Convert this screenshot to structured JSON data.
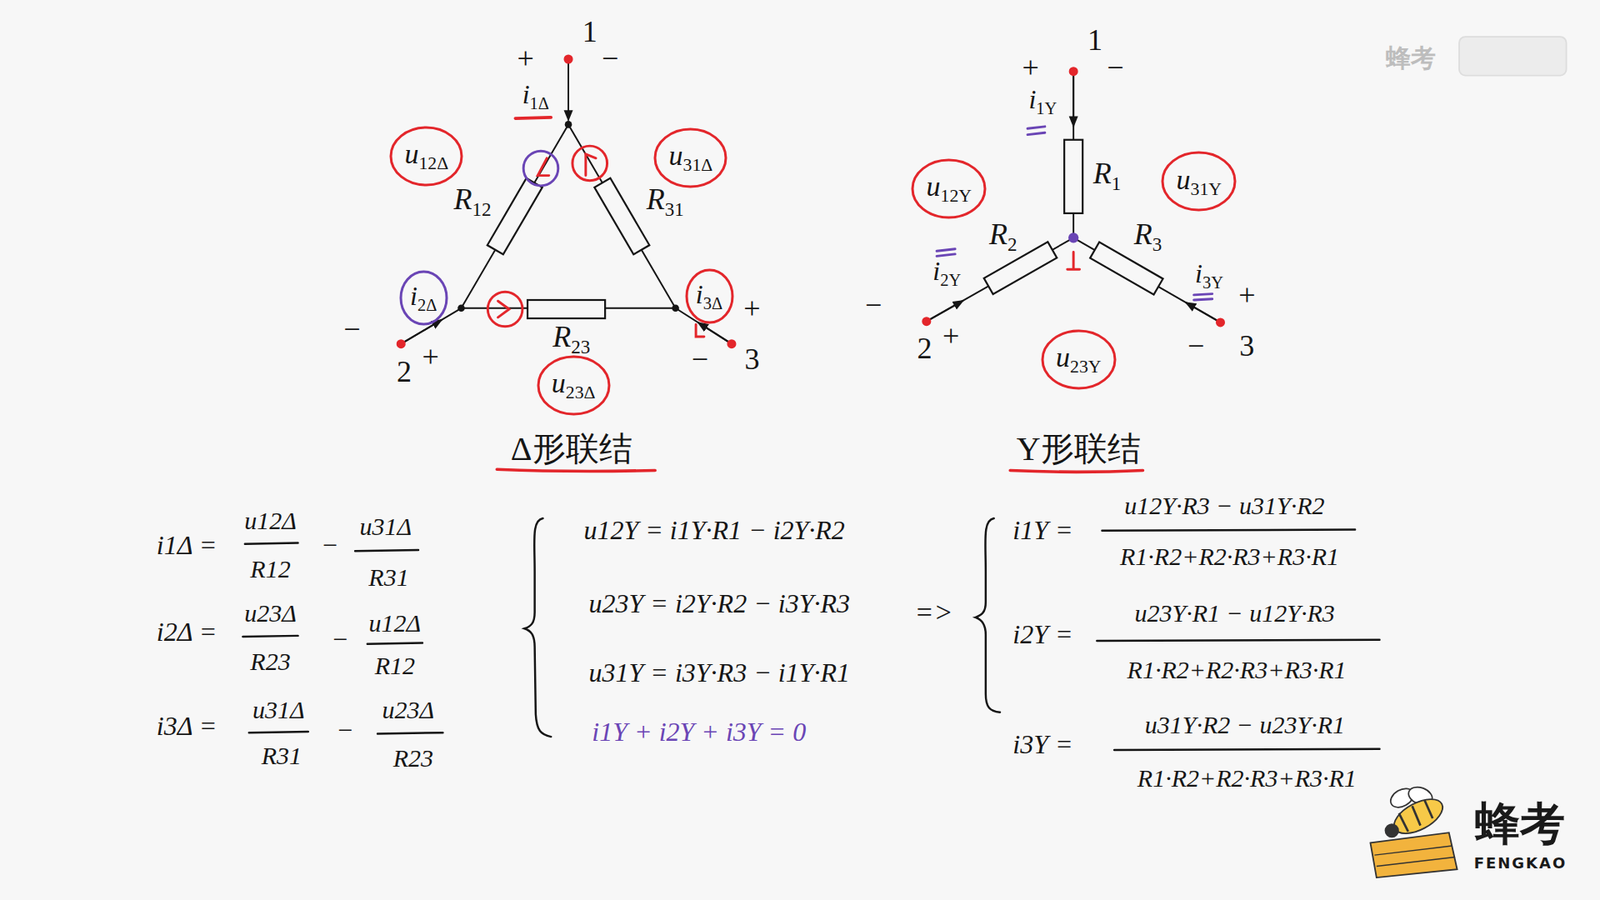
{
  "diagram": {
    "nodes": [
      {
        "text": [
          "u12Δ"
        ]
      },
      {
        "text": [
          "u31Δ"
        ]
      },
      {
        "text": [
          "i2Δ"
        ]
      },
      {
        "text": [
          "i3Δ"
        ]
      },
      {
        "text": [
          "u23Δ"
        ]
      },
      {
        "text": [
          "u12Y"
        ]
      },
      {
        "text": [
          "u31Y"
        ]
      },
      {
        "text": [
          "u23Y"
        ]
      }
    ],
    "labels": [
      "1",
      "+",
      "−",
      "i1Δ",
      "R12",
      "R31",
      "R23",
      "−",
      "2",
      "+",
      "+",
      "−",
      "3",
      "Δ形联结",
      "1",
      "+",
      "−",
      "i1Y",
      "R1",
      "R2",
      "R3",
      "i2Y",
      "i3Y",
      "+",
      "−",
      "2",
      "+",
      "−",
      "3",
      "Y形联结",
      "蜂考",
      "i1Δ =",
      "u12Δ",
      "R12",
      "−",
      "u31Δ",
      "R31",
      "i2Δ =",
      "u23Δ",
      "R23",
      "−",
      "u12Δ",
      "R12",
      "i3Δ =",
      "u31Δ",
      "R31",
      "−",
      "u23Δ",
      "R23",
      "u12Y = i1Y·R1 − i2Y·R2",
      "u23Y = i2Y·R2 − i3Y·R3",
      "u31Y = i3Y·R3 − i1Y·R1",
      "i1Y + i2Y + i3Y = 0",
      "=>",
      "i1Y =",
      "u12Y·R3 − u31Y·R2",
      "R1·R2+R2·R3+R3·R1",
      "i2Y =",
      "u23Y·R1 − u12Y·R3",
      "R1·R2+R2·R3+R3·R1",
      "i3Y =",
      "u31Y·R2 − u23Y·R1",
      "R1·R2+R2·R3+R3·R1",
      "蜂考",
      "FENGKAO"
    ]
  }
}
